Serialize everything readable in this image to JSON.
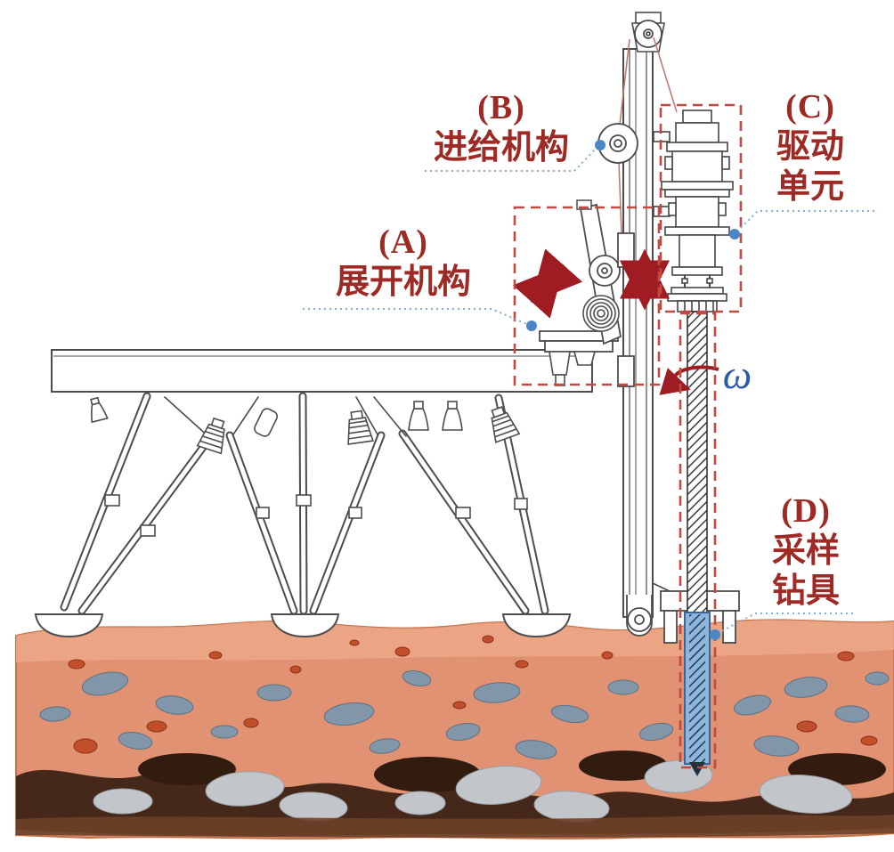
{
  "figure": {
    "kind": "technical-diagram",
    "subject": "Lander surface drilling and sampling system on planetary regolith"
  },
  "labels": {
    "A": {
      "tag": "(A)",
      "text": "展开机构"
    },
    "B": {
      "tag": "(B)",
      "text": "进给机构"
    },
    "C": {
      "tag": "(C)",
      "text1": "驱动",
      "text2": "单元"
    },
    "D": {
      "tag": "(D)",
      "text1": "采样",
      "text2": "钻具"
    }
  },
  "symbols": {
    "omega": "ω"
  },
  "colors": {
    "label_red": "#9d2a24",
    "box_red": "#c04a42",
    "arrow_red": "#9e1c22",
    "leader_blue": "#85aed3",
    "dot_blue": "#4c86c6",
    "omega_blue": "#2b5ca8",
    "line_gray": "#4d4d4d",
    "cable_red": "#c4736f",
    "drill_blue_fill": "#8fb6d9",
    "drill_blue_stroke": "#34679e",
    "ground_base": "#e09273",
    "ground_top": "#efa98a",
    "ground_dark": "#46281a",
    "ground_bottom": "#6b4029",
    "rock_blue": "#8296a9",
    "rock_blue_stroke": "#5c7183",
    "rock_red": "#c14f2b",
    "rock_red_stroke": "#8e3018",
    "boulder_gray": "#c2c6ca",
    "boulder_gray_stroke": "#9aa0a6",
    "dark_blob": "#321c10"
  },
  "terrain": {
    "rocks_blue": [
      [
        118,
        768,
        26,
        12,
        -12
      ],
      [
        196,
        792,
        21,
        10,
        8
      ],
      [
        308,
        778,
        19,
        9,
        0
      ],
      [
        392,
        802,
        28,
        12,
        -8
      ],
      [
        468,
        762,
        16,
        8,
        12
      ],
      [
        558,
        778,
        26,
        11,
        -5
      ],
      [
        640,
        802,
        21,
        9,
        10
      ],
      [
        700,
        772,
        17,
        8,
        0
      ],
      [
        845,
        792,
        21,
        10,
        -14
      ],
      [
        905,
        772,
        24,
        11,
        -8
      ],
      [
        957,
        802,
        19,
        9,
        4
      ],
      [
        252,
        822,
        15,
        7,
        0
      ],
      [
        520,
        822,
        19,
        9,
        -10
      ],
      [
        602,
        842,
        23,
        10,
        8
      ],
      [
        62,
        802,
        17,
        8,
        -4
      ],
      [
        152,
        832,
        19,
        9,
        10
      ],
      [
        432,
        838,
        17,
        8,
        -8
      ],
      [
        737,
        822,
        19,
        9,
        -12
      ],
      [
        872,
        838,
        25,
        11,
        6
      ],
      [
        985,
        762,
        13,
        7,
        0
      ]
    ],
    "pebbles_red": [
      [
        86,
        746,
        9,
        5,
        0
      ],
      [
        242,
        736,
        7,
        4,
        0
      ],
      [
        332,
        752,
        6,
        4,
        0
      ],
      [
        452,
        732,
        8,
        5,
        0
      ],
      [
        586,
        746,
        7,
        4,
        0
      ],
      [
        682,
        736,
        6,
        4,
        0
      ],
      [
        792,
        726,
        5,
        3,
        0
      ],
      [
        950,
        737,
        9,
        5,
        0
      ],
      [
        176,
        816,
        11,
        6,
        0
      ],
      [
        96,
        838,
        13,
        8,
        0
      ],
      [
        282,
        812,
        8,
        5,
        0
      ],
      [
        516,
        792,
        7,
        4,
        0
      ],
      [
        906,
        816,
        11,
        6,
        0
      ],
      [
        976,
        832,
        9,
        5,
        0
      ],
      [
        682,
        857,
        11,
        6,
        0
      ],
      [
        456,
        857,
        9,
        5,
        0
      ],
      [
        548,
        718,
        6,
        4,
        0
      ],
      [
        398,
        722,
        5,
        3,
        0
      ]
    ],
    "boulders_gray": [
      [
        275,
        886,
        44,
        19,
        -4
      ],
      [
        352,
        906,
        38,
        16,
        3
      ],
      [
        560,
        882,
        48,
        21,
        -6
      ],
      [
        642,
        906,
        42,
        17,
        4
      ],
      [
        762,
        872,
        38,
        18,
        -3
      ],
      [
        905,
        892,
        52,
        21,
        5
      ],
      [
        138,
        900,
        33,
        14,
        0
      ],
      [
        472,
        902,
        28,
        13,
        0
      ]
    ],
    "dark_blobs": [
      [
        210,
        864,
        55,
        18,
        0
      ],
      [
        480,
        870,
        60,
        20,
        0
      ],
      [
        700,
        860,
        50,
        17,
        0
      ],
      [
        940,
        864,
        55,
        18,
        0
      ]
    ]
  }
}
